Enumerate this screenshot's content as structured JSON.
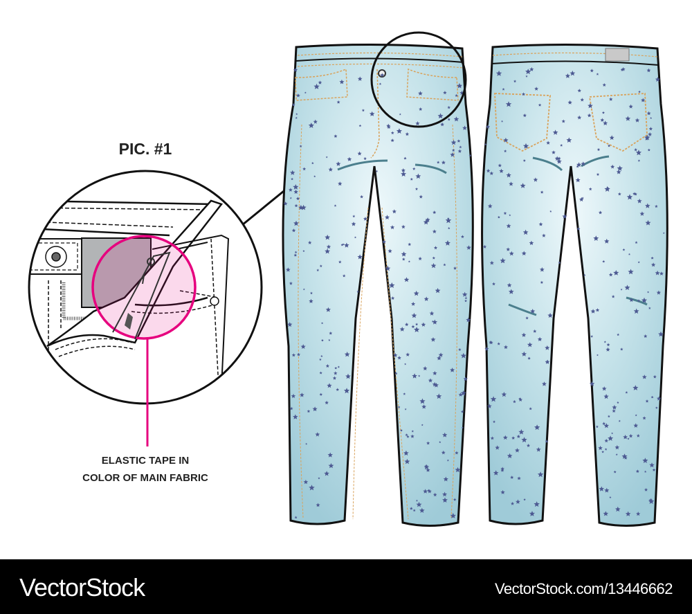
{
  "pic_title": "PIC. #1",
  "callout": {
    "line1": "ELASTIC TAPE IN",
    "line2": "COLOR OF MAIN FABRIC"
  },
  "footer": {
    "brand": "VectorStock",
    "reference": "VectorStock.com/13446662"
  },
  "colors": {
    "denim": "#b7dbe5",
    "stars": "#4d5a92",
    "stitching": "#d9a25a",
    "callout": "#e6007e",
    "outline": "#111111",
    "footer_bg": "#000000"
  }
}
